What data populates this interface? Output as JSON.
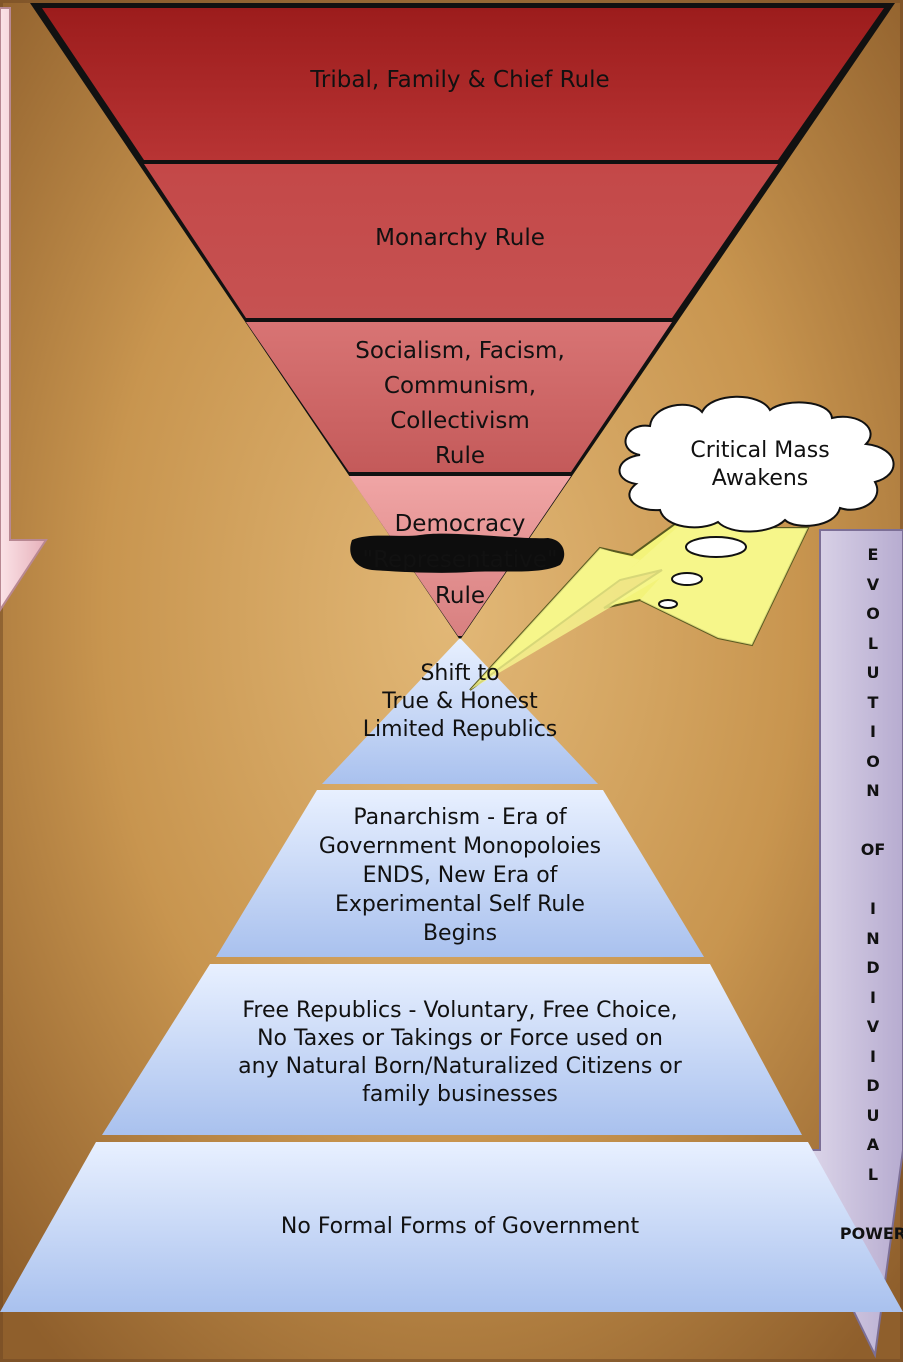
{
  "top_pyramid": {
    "tiers": [
      {
        "label": "Tribal, Family & Chief Rule"
      },
      {
        "label": "Monarchy Rule"
      },
      {
        "label": "Socialism, Facism,\nCommunism,\nCollectivism\nRule"
      },
      {
        "label": "Democracy\n\"Representative\"\nRule"
      }
    ]
  },
  "bottom_pyramid": {
    "tiers": [
      {
        "label": "Shift to\nTrue & Honest\nLimited Republics"
      },
      {
        "label": "Panarchism - Era of\nGovernment Monopoloies\nENDS,  New Era of\nExperimental Self Rule\nBegins"
      },
      {
        "label": "Free Republics - Voluntary, Free Choice,\nNo Taxes or Takings or Force used on\nany Natural Born/Naturalized Citizens or\nfamily businesses"
      },
      {
        "label": "No Formal Forms of Government"
      }
    ]
  },
  "thought_cloud": {
    "text": "Critical Mass\nAwakens"
  },
  "evolution_arrow": {
    "letters": [
      "E",
      "V",
      "O",
      "L",
      "U",
      "T",
      "I",
      "O",
      "N",
      "",
      "OF",
      "",
      "I",
      "N",
      "D",
      "I",
      "V",
      "I",
      "D",
      "U",
      "A",
      "L",
      "",
      "POWER"
    ]
  },
  "colors": {
    "top_dark": "#a42222",
    "top_light": "#e07a7a",
    "bottom_light": "#e8f0ff",
    "bottom_dark": "#a9c1ee",
    "lightning": "#f3f37a",
    "arrow_fill": "#cfc6df",
    "left_arrow_fill": "#f0c7cf"
  }
}
